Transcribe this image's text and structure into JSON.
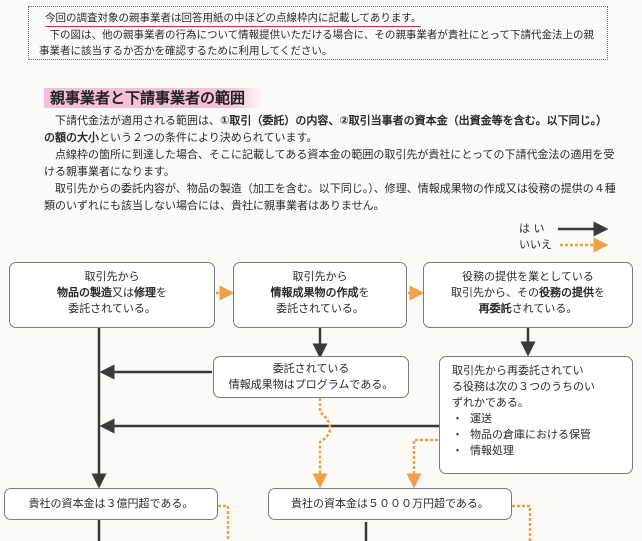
{
  "notice": {
    "line1": "今回の調査対象の親事業者は回答用紙の中ほどの点線枠内に記載してあります。",
    "line2": "下の図は、他の親事業者の行為について情報提供いただける場合に、その親事業者が貴社にとって下請代金法上の親事業者に該当するか否かを確認するために利用してください。"
  },
  "section_title": "親事業者と下請事業者の範囲",
  "intro": {
    "p1_a": "下請代金法が適用される範囲は、",
    "p1_b": "①取引（委託）の内容、②取引当事者の資本金（出資金等を含む。以下同じ。）の額の大小",
    "p1_c": "という２つの条件により決められています。",
    "p2": "点線枠の箇所に到達した場合、そこに記載してある資本金の範囲の取引先が貴社にとっての下請代金法の適用を受ける親事業者になります。",
    "p3": "取引先からの委託内容が、物品の製造（加工を含む。以下同じ。）、修理、情報成果物の作成又は役務の提供の４種類のいずれにも該当しない場合には、貴社に親事業者はありません。"
  },
  "legend": {
    "yes": "は い",
    "no": "いいえ"
  },
  "boxes": {
    "goods": {
      "l1": "取引先から",
      "l2a": "物品の製造",
      "l2b": "又は",
      "l2c": "修理",
      "l2d": "を",
      "l3": "委託されている。"
    },
    "info": {
      "l1": "取引先から",
      "l2a": "情報成果物の作成",
      "l2b": "を",
      "l3": "委託されている。"
    },
    "service": {
      "l1": "役務の提供を業としている",
      "l2a": "取引先から、その",
      "l2b": "役務の提供",
      "l2c": "を",
      "l3a": "再委託",
      "l3b": "されている。"
    },
    "program": {
      "l1": "委託されている",
      "l2": "情報成果物はプログラムである。"
    },
    "service_types": {
      "l1": "取引先から再委託されてい",
      "l2": "る役務は次の３つのうちのい",
      "l3": "ずれかである。",
      "items": [
        "運送",
        "物品の倉庫における保管",
        "情報処理"
      ]
    },
    "cap300": "貴社の資本金は３億円超である。",
    "cap50": "貴社の資本金は５０００万円超である。"
  },
  "colors": {
    "yes_arrow": "#3a3a3a",
    "no_arrow": "#f0a04a",
    "heading_bg": "#f4bfd9"
  }
}
